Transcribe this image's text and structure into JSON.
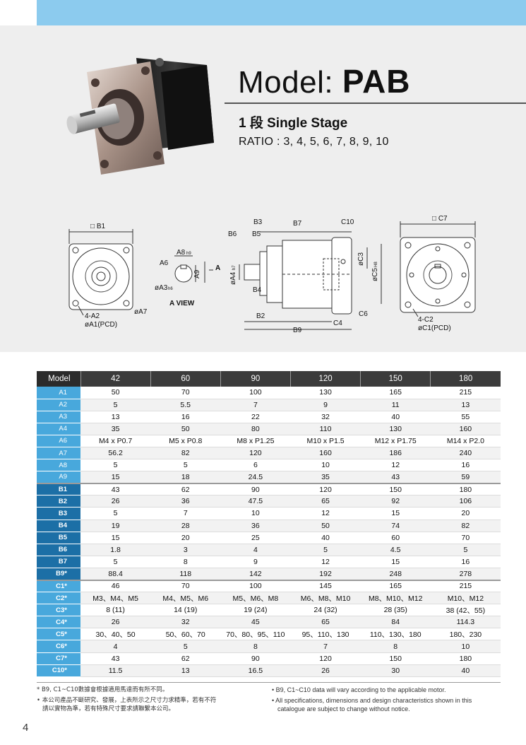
{
  "header": {
    "model_prefix": "Model:",
    "model_name": "PAB",
    "stage": "1 段 Single Stage",
    "ratio": "RATIO : 3, 4, 5, 6, 7, 8, 9, 10"
  },
  "drawing": {
    "front": {
      "b1": "□ B1",
      "a2": "4-A2",
      "a1": "øA1(PCD)",
      "a7": "øA7"
    },
    "shaft": {
      "a8": "A8",
      "a8_tol": "h9",
      "a6": "A6",
      "a9": "A9",
      "a3": "øA3",
      "a3_tol": "h6",
      "a_mark": "A",
      "view": "A VIEW"
    },
    "side": {
      "b3": "B3",
      "b6": "B6",
      "b5": "B5",
      "b7": "B7",
      "c10": "C10",
      "a4": "øA4",
      "a4_tol": "h7",
      "b4": "B4",
      "c3": "øC3",
      "c5": "øC5",
      "c5_tol": "H8",
      "b2": "B2",
      "c6": "C6",
      "c4": "C4",
      "b9": "B9"
    },
    "rear": {
      "c7": "□ C7",
      "c2": "4-C2",
      "c1": "øC1(PCD)"
    }
  },
  "table": {
    "header_label": "Model",
    "sizes": [
      "42",
      "60",
      "90",
      "120",
      "150",
      "180"
    ],
    "rows": [
      {
        "label": "A1",
        "group": "a",
        "values": [
          "50",
          "70",
          "100",
          "130",
          "165",
          "215"
        ]
      },
      {
        "label": "A2",
        "group": "a",
        "values": [
          "5",
          "5.5",
          "7",
          "9",
          "11",
          "13"
        ]
      },
      {
        "label": "A3",
        "group": "a",
        "values": [
          "13",
          "16",
          "22",
          "32",
          "40",
          "55"
        ]
      },
      {
        "label": "A4",
        "group": "a",
        "values": [
          "35",
          "50",
          "80",
          "110",
          "130",
          "160"
        ]
      },
      {
        "label": "A6",
        "group": "a",
        "values": [
          "M4 x P0.7",
          "M5 x P0.8",
          "M8 x P1.25",
          "M10 x P1.5",
          "M12 x P1.75",
          "M14 x P2.0"
        ]
      },
      {
        "label": "A7",
        "group": "a",
        "values": [
          "56.2",
          "82",
          "120",
          "160",
          "186",
          "240"
        ]
      },
      {
        "label": "A8",
        "group": "a",
        "values": [
          "5",
          "5",
          "6",
          "10",
          "12",
          "16"
        ]
      },
      {
        "label": "A9",
        "group": "a",
        "values": [
          "15",
          "18",
          "24.5",
          "35",
          "43",
          "59"
        ]
      },
      {
        "label": "B1",
        "group": "b",
        "values": [
          "43",
          "62",
          "90",
          "120",
          "150",
          "180"
        ]
      },
      {
        "label": "B2",
        "group": "b",
        "values": [
          "26",
          "36",
          "47.5",
          "65",
          "92",
          "106"
        ]
      },
      {
        "label": "B3",
        "group": "b",
        "values": [
          "5",
          "7",
          "10",
          "12",
          "15",
          "20"
        ]
      },
      {
        "label": "B4",
        "group": "b",
        "values": [
          "19",
          "28",
          "36",
          "50",
          "74",
          "82"
        ]
      },
      {
        "label": "B5",
        "group": "b",
        "values": [
          "15",
          "20",
          "25",
          "40",
          "60",
          "70"
        ]
      },
      {
        "label": "B6",
        "group": "b",
        "values": [
          "1.8",
          "3",
          "4",
          "5",
          "4.5",
          "5"
        ]
      },
      {
        "label": "B7",
        "group": "b",
        "values": [
          "5",
          "8",
          "9",
          "12",
          "15",
          "16"
        ]
      },
      {
        "label": "B9*",
        "group": "b",
        "values": [
          "88.4",
          "118",
          "142",
          "192",
          "248",
          "278"
        ]
      },
      {
        "label": "C1*",
        "group": "c",
        "values": [
          "46",
          "70",
          "100",
          "145",
          "165",
          "215"
        ]
      },
      {
        "label": "C2*",
        "group": "c",
        "values": [
          "M3、M4、M5",
          "M4、M5、M6",
          "M5、M6、M8",
          "M6、M8、M10",
          "M8、M10、M12",
          "M10、M12"
        ]
      },
      {
        "label": "C3*",
        "group": "c",
        "values": [
          "8 (11)",
          "14 (19)",
          "19 (24)",
          "24 (32)",
          "28 (35)",
          "38 (42、55)"
        ]
      },
      {
        "label": "C4*",
        "group": "c",
        "values": [
          "26",
          "32",
          "45",
          "65",
          "84",
          "114.3"
        ]
      },
      {
        "label": "C5*",
        "group": "c",
        "values": [
          "30、40、50",
          "50、60、70",
          "70、80、95、110",
          "95、110、130",
          "110、130、180",
          "180、230"
        ]
      },
      {
        "label": "C6*",
        "group": "c",
        "values": [
          "4",
          "5",
          "8",
          "7",
          "8",
          "10"
        ]
      },
      {
        "label": "C7*",
        "group": "c",
        "values": [
          "43",
          "62",
          "90",
          "120",
          "150",
          "180"
        ]
      },
      {
        "label": "C10*",
        "group": "c",
        "values": [
          "11.5",
          "13",
          "16.5",
          "26",
          "30",
          "40"
        ]
      }
    ]
  },
  "notes": {
    "zh1": "* B9, C1~C10數據會根據適用馬達而有所不同。",
    "zh2": "• 本公司產品不斷研究、發展，上表所示之尺寸力求精準，若有不符",
    "zh3": "請以實物為準，若有特殊尺寸要求請聯繫本公司。",
    "en1": "• B9, C1~C10 data will vary according to the applicable motor.",
    "en2": "• All specifications, dimensions and design characteristics shown in this",
    "en3": "catalogue are subject to change without notice."
  },
  "page_number": "4",
  "colors": {
    "band": "#8ccbee",
    "row_a": "#48a8dc",
    "row_b": "#1c6fa6",
    "header": "#3b3b3b"
  }
}
